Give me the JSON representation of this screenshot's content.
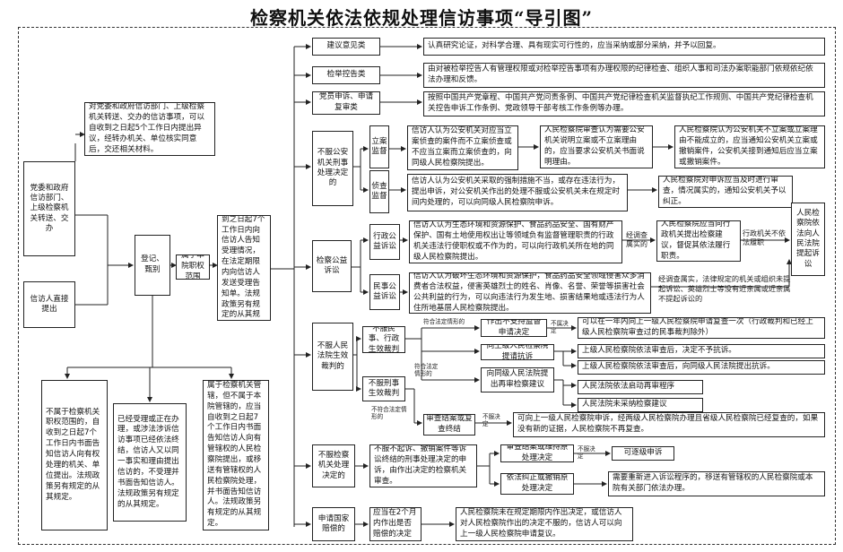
{
  "title": "检察机关依法依规处理信访事项“导引图”",
  "left": {
    "b_transfer": "党委和政府信访部门、上级检察机关转送、交办",
    "b_direct": "信访人直接提出",
    "b_note": "对党委和政府信访部门、上级检察机关转送、交办的信访事项，可以自收到之日起5个工作日内提出异议，经转办机关、单位核实同意后，交还相关材料。",
    "b_register": "登记、甄别",
    "b_in_scope": "属于本院职权范围",
    "b_accept": "受理，自收到之日起7个工作日内向信访人告知受理情况，在法定期限内向信访人发送受理告知单。法规政策另有规定的从其规定。",
    "b_not_scope": "不属于检察机关职权范围的，自收到之日起7个工作日内书面告知信访人向有权处理的机关、单位提出。法规政策另有规定的从其规定。",
    "b_already": "已经受理或正在办理，或涉法涉诉信访事项已经依法终结，信访人又以同一事实和理由提出信访的，不受理并书面告知信访人。法规政策另有规定的从其规定。",
    "b_other_court": "属于检察机关管辖，但不属于本院管辖的，应当自收到之日起7个工作日内书面告知信访人向有管辖权的人民检察院提出，或移送有管辖权的人民检察院处理，并书面告知信访人。法规政策另有规定的从其规定。"
  },
  "cat": {
    "suggestion": "建议意见类",
    "report": "检举控告类",
    "party": "党员申诉、申请复审类",
    "police": "不服公安机关刑事处理决定的",
    "public": "检察公益诉讼",
    "court": "不服人民法院生效裁判的",
    "procur": "不服检察机关处理决定的",
    "comp": "申请国家赔偿的"
  },
  "sub": {
    "lian": "立案监督",
    "zhencha": "侦查监督",
    "xingzheng": "行政公益诉讼",
    "minshi": "民事公益诉讼",
    "civil": "不服民事、行政生效裁判",
    "criminal": "不服刑事生效裁判"
  },
  "text": {
    "t_suggestion": "认真研究论证，对科学合理、具有现实可行性的，应当采纳或部分采纳，并予以回复。",
    "t_report": "由对被检举控告人有管理权限或对检举控告事项有办理权限的纪律检查、组织人事和司法办案职能部门依规依纪依法办理和反馈。",
    "t_party": "按照中国共产党章程、中国共产党问责条例、中国共产党纪律检查机关监督执纪工作规则、中国共产党纪律检查机关控告申诉工作条例、党政领导干部考核工作条例等办理。",
    "t_lian1": "信访人认为公安机关对应当立案侦查的案件而不立案侦查或不应当立案而立案侦查的，向同级人民检察院提出。",
    "t_lian2": "人民检察院审查认为需要公安机关说明立案或不立案理由的，应当要求公安机关书面说明理由。",
    "t_lian3": "人民检察院认为公安机关不立案或立案理由不能成立的，应当通知公安机关立案或撤销案件，公安机关接到通知后应当立案或撤销案件。",
    "t_zc1": "信访人认为公安机关采取的强制措施不当，或存在违法行为，提出申诉，对公安机关作出的处理不服或公安机关未在规定时间内处理的，可以向同级人民检察院申诉。",
    "t_zc2": "人民检察院对申诉应当及时进行审查，情况属实的，通知公安机关予以纠正。",
    "t_xz1": "信访人认为生态环境和资源保护、食品药品安全、国有财产保护、国有土地使用权出让等领域负有监督管理职责的行政机关违法行使职权或不作为的，可以向行政机关所在地的同级人民检察院提出。",
    "t_xz_lbl": "经调查属实的",
    "t_xz2": "人民检察院应当向行政机关提出检察建议，督促其依法履行职责。",
    "t_xz_lbl2": "行政机关不依法履职",
    "t_ms1": "信访人认为破坏生态环境和资源保护，食品药品安全领域侵害众多消费者合法权益，侵害英雄烈士的姓名、肖像、名誉、荣誉等损害社会公共利益的行为，可以向违法行为发生地、损害结果地或违法行为人住所地基层人民检察院提出。",
    "t_ms2": "经调查属实，法律规定的机关或组织未提起诉讼、英雄烈士等没有近亲属或近亲属不提起诉讼的",
    "t_file": "人民检察院依法向人民法院提起诉讼",
    "t_civ_lbl": "符合法定情形的",
    "t_civ1": "作出不支持监督申请决定",
    "t_civ_lbl2": "不属决定",
    "t_civ2": "可以在一年内向上一级人民检察院申请复查一次（行政裁判和已经上级人民检察院审查过的民事裁判除外）",
    "t_kangsu": "向上级人民检察院提请抗诉",
    "t_jianyi": "向同级人民法院提出再审检察建议",
    "t_ks1": "上级人民检察院依法审查后，决定不予抗诉。",
    "t_ks2": "上级人民检察院依法审查后，向同级人民法院提出抗诉。",
    "t_jy1": "人民法院依法启动再审程序",
    "t_jy2": "人民法院未采纳检察建议",
    "t_crim_lbl": "符合法定情形的",
    "t_crim_lbl2": "不符合法定情形的",
    "t_crim1": "审查结案或复查终结",
    "t_crim_lbl3": "不服决定",
    "t_crim2": "可向上一级人民检察院申诉，经两级人民检察院办理且省级人民检察院已经复查的，如果没有新的证据，人民检察院不再复查。",
    "t_pro1": "不服不起诉、撤销案件等诉讼终结的刑事处理决定的申诉，由作出决定的检察机关审查。",
    "t_pro2": "审查结案或维持原处理决定",
    "t_pro_lbl": "不服决定",
    "t_pro3": "可逐级申诉",
    "t_pro4": "依法纠正或撤销原处理决定",
    "t_pro5": "需要重新进入诉讼程序的，移送有管辖权的人民检察院或本院有关部门依法办理。",
    "t_comp1": "应当在2个月内作出是否赔偿的决定",
    "t_comp2": "人民检察院未在规定期限内作出决定，或信访人对人民检察院作出的决定不服的，信访人可以向上一级人民检察院申请复议。"
  }
}
